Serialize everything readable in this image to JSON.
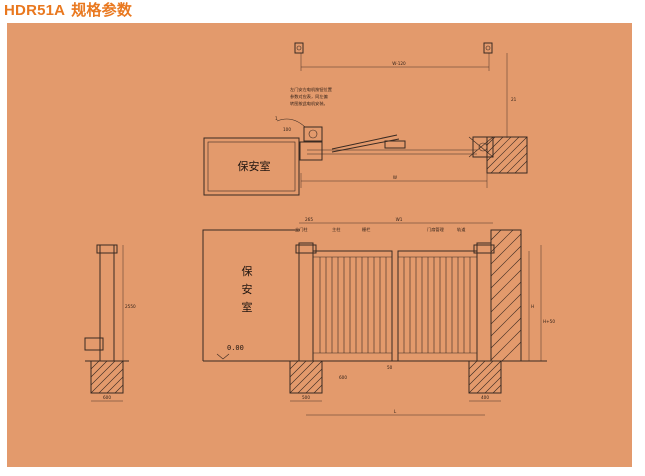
{
  "title": {
    "model": "HDR51A",
    "label": "规格参数"
  },
  "top_view": {
    "guard_room": "保安室",
    "dims": {
      "span": "W-120",
      "side": "21",
      "w": "W",
      "post": "100"
    },
    "note": [
      "左门安左电机按钮位置",
      "参数对应表，同左偏",
      "转图按此电机安装。"
    ],
    "callout": "1"
  },
  "front_view": {
    "guard_room": [
      "保",
      "安",
      "室"
    ],
    "level": "0.00",
    "dims": {
      "left_post": "265",
      "w": "W1",
      "bottom_left": "500",
      "bottom_right": "400",
      "bottom_mid": "600",
      "l": "L",
      "gap": "50",
      "h": "H",
      "h_post": "H+50"
    },
    "labels": {
      "door_post": "立门柱",
      "main_post": "主柱",
      "gate_panel": "栅栏",
      "hinge": "门扇管理",
      "rail": "轨道"
    }
  },
  "side_view": {
    "dims": {
      "height": "2550",
      "base": "600"
    }
  }
}
